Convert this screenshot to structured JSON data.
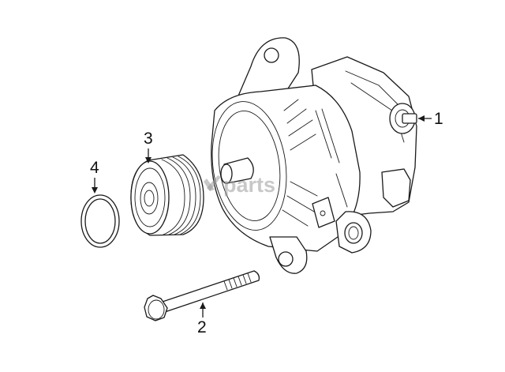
{
  "diagram": {
    "callouts": [
      {
        "id": "alternator",
        "label": "1"
      },
      {
        "id": "bolt",
        "label": "2"
      },
      {
        "id": "pulley",
        "label": "3"
      },
      {
        "id": "seal-ring",
        "label": "4"
      }
    ]
  },
  "watermark": {
    "text": "parts",
    "logo_name": "logo-icon"
  },
  "colors": {
    "line": "#1a1a1a",
    "background": "#ffffff",
    "watermark": "#9a9a9a"
  }
}
